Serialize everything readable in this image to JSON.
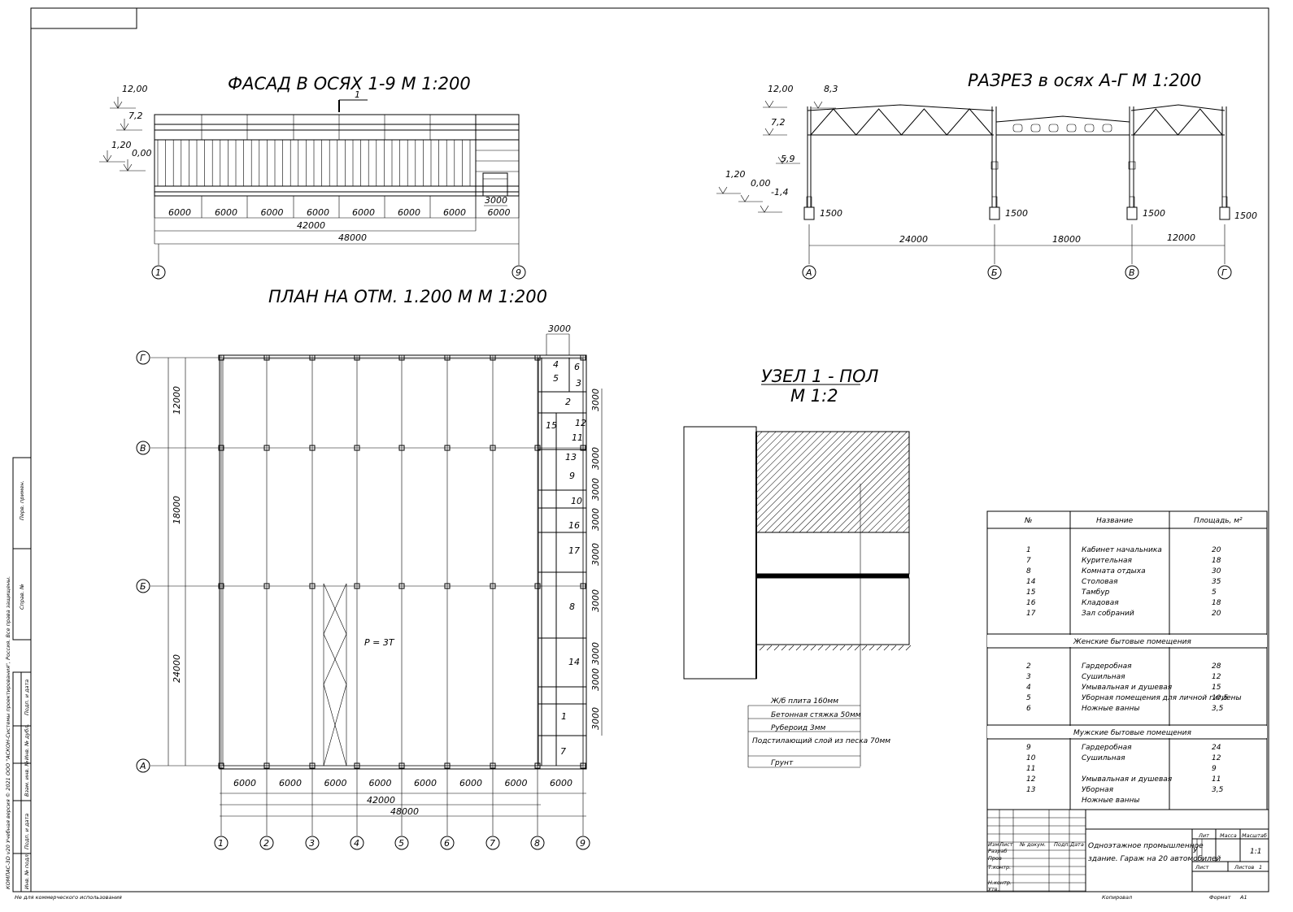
{
  "titles": {
    "facade": "ФАСАД В ОСЯХ 1-9 М 1:200",
    "section": "РАЗРЕЗ в осях А-Г М 1:200",
    "plan": "ПЛАН НА ОТМ. 1.200 М М 1:200",
    "node_line1": "УЗЕЛ 1 - ПОЛ",
    "node_line2": "М 1:2"
  },
  "facade": {
    "levels": [
      "12,00",
      "7,2",
      "1,20",
      "0,00"
    ],
    "section_mark": "1",
    "spans": [
      "6000",
      "6000",
      "6000",
      "6000",
      "6000",
      "6000",
      "6000",
      "6000"
    ],
    "door_width": "3000",
    "total_42": "42000",
    "total_48": "48000",
    "axes": [
      "1",
      "9"
    ]
  },
  "section": {
    "levels": [
      "12,00",
      "8,3",
      "7,2",
      "5,9",
      "1,20",
      "0,00",
      "-1,4"
    ],
    "footings": [
      "1500",
      "1500",
      "1500",
      "1500"
    ],
    "spans": [
      "24000",
      "18000",
      "12000"
    ],
    "axes": [
      "А",
      "Б",
      "В",
      "Г"
    ]
  },
  "plan": {
    "top_dim": "3000",
    "row_axes": [
      "Г",
      "В",
      "Б",
      "А"
    ],
    "row_dims": [
      "12000",
      "18000",
      "24000"
    ],
    "col_axes": [
      "1",
      "2",
      "3",
      "4",
      "5",
      "6",
      "7",
      "8",
      "9"
    ],
    "col_dims": [
      "6000",
      "6000",
      "6000",
      "6000",
      "6000",
      "6000",
      "6000",
      "6000"
    ],
    "total_42": "42000",
    "total_48": "48000",
    "crane": "Р = 3Т",
    "right_dims": [
      "3000",
      "3000",
      "3000",
      "3000",
      "3000",
      "3000",
      "3000",
      "3000",
      "3000"
    ],
    "rooms": [
      "5",
      "6",
      "3",
      "2",
      "15",
      "12",
      "11",
      "13",
      "9",
      "10",
      "16",
      "17",
      "8",
      "14",
      "1",
      "7",
      "4"
    ]
  },
  "node": {
    "layers": [
      "Ж/б плита 160мм",
      "Бетонная стяжка 50мм",
      "Рубероид 3мм",
      "Подстилающий слой из песка 70мм",
      "Грунт"
    ]
  },
  "explication": {
    "headers": [
      "№",
      "Название",
      "Площадь, м²"
    ],
    "group1": [
      {
        "n": "1",
        "name": "Кабинет начальника",
        "area": "20"
      },
      {
        "n": "7",
        "name": "Курительная",
        "area": "18"
      },
      {
        "n": "8",
        "name": "Комната отдыха",
        "area": "30"
      },
      {
        "n": "14",
        "name": "Столовая",
        "area": "35"
      },
      {
        "n": "15",
        "name": "Тамбур",
        "area": "5"
      },
      {
        "n": "16",
        "name": "Кладовая",
        "area": "18"
      },
      {
        "n": "17",
        "name": "Зал собраний",
        "area": "20"
      }
    ],
    "women_header": "Женские бытовые помещения",
    "women": [
      {
        "n": "2",
        "name": "Гардеробная",
        "area": "28"
      },
      {
        "n": "3",
        "name": "Сушильная",
        "area": "12"
      },
      {
        "n": "4",
        "name": "Умывальная и душевая",
        "area": "15"
      },
      {
        "n": "5",
        "name": "Уборная помещения для личной гигиены",
        "area": "10,5"
      },
      {
        "n": "6",
        "name": "Ножные ванны",
        "area": "3,5"
      }
    ],
    "men_header": "Мужские бытовые помещения",
    "men": [
      {
        "n": "9",
        "name": "Гардеробная",
        "area": "24"
      },
      {
        "n": "10",
        "name": "Сушильная",
        "area": "12"
      },
      {
        "n": "11",
        "name": "",
        "area": "9"
      },
      {
        "n": "12",
        "name": "Умывальная и душевая",
        "area": "11"
      },
      {
        "n": "13",
        "name": "Уборная",
        "area": "3,5"
      },
      {
        "n": "",
        "name": "Ножные ванны",
        "area": ""
      }
    ]
  },
  "stamp": {
    "col_heads": [
      "Изм",
      "Лист",
      "№ докум.",
      "Подп.",
      "Дата"
    ],
    "rows": [
      "Разраб",
      "Пров",
      "Т.контр.",
      "",
      "Н.контр.",
      "Утв."
    ],
    "title_line1": "Одноэтажное промышленное",
    "title_line2": "здание. Гараж на 20 автомобилей",
    "lit": "Лит",
    "mass": "Масса",
    "scale": "Масштаб",
    "lit_value": "У",
    "scale_value": "1:1",
    "sheet": "Лист",
    "sheets": "Листов",
    "sheets_value": "1"
  },
  "footer": {
    "left": "Не для коммерческого использования",
    "copied": "Копировал",
    "format": "Формат",
    "format_value": "A1"
  },
  "side": {
    "perv": "Перв. примен.",
    "sprav": "Справ. №",
    "podp1": "Подп. и дата",
    "inv_dubl": "Инв. № дубл.",
    "vzam": "Взам. инв. №",
    "podp2": "Подп. и дата",
    "inv_podl": "Инв. № подл.",
    "sw": "КОМПАС-3D v20 Учебная версия © 2021 ООО \"АСКОН-Системы проектирования\", Россия. Все права защищены."
  }
}
